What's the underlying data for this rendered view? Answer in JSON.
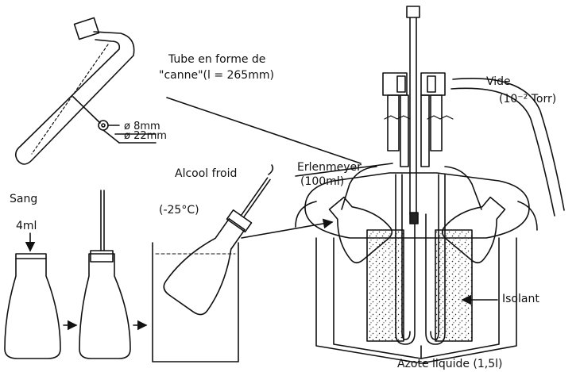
{
  "labels": {
    "tube_line1": "Tube en forme de",
    "tube_line2": "\"canne\"(l = 265mm)",
    "diam_inner": "ø 8mm",
    "diam_outer": "ø 22mm",
    "vide": "Vide",
    "vide_pressure": "(10⁻² Torr)",
    "alcool": "Alcool froid",
    "temperature": "(-25°C)",
    "erlenmeyer": "Erlenmeyer",
    "erlenmeyer_volume": "(100ml)",
    "sang": "Sang",
    "volume_4ml": "4ml",
    "isolant": "Isolant",
    "azote": "Azote liquide (1,5l)"
  }
}
